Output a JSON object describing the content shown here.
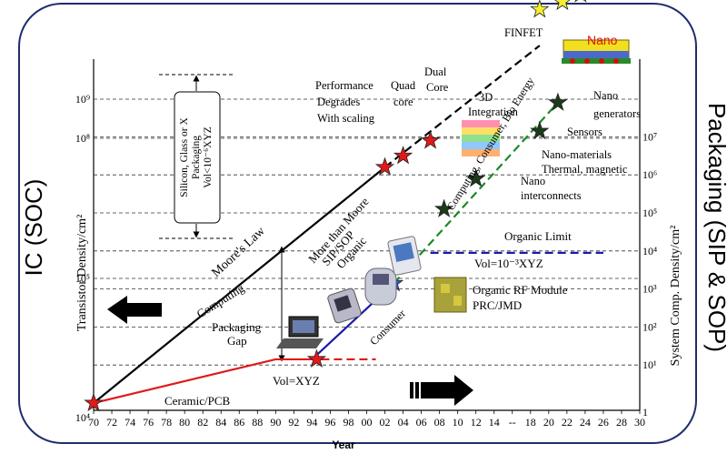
{
  "chart_data": {
    "type": "line",
    "title": "",
    "side_titles": {
      "left": "IC (SOC)",
      "right": "Packaging (SIP & SOP)"
    },
    "xlabel": "Year",
    "ylabel_left": "Transistor Density/cm²",
    "ylabel_right": "System Comp. Density/cm²",
    "x_ticks": [
      "70",
      "72",
      "74",
      "76",
      "78",
      "80",
      "82",
      "84",
      "86",
      "88",
      "90",
      "92",
      "94",
      "96",
      "98",
      "00",
      "02",
      "04",
      "06",
      "08",
      "10",
      "12",
      "14",
      "--",
      "18",
      "20",
      "22",
      "24",
      "26",
      "28",
      "30"
    ],
    "y_left_ticks": [
      {
        "label": "10⁴",
        "exp": 4
      },
      {
        "label": "10⁵",
        "exp": 5
      },
      {
        "label": "10⁸",
        "exp": 8
      },
      {
        "label": "10⁹",
        "exp": 9
      }
    ],
    "y_right_ticks": [
      {
        "label": "1",
        "exp": 0
      },
      {
        "label": "10¹",
        "exp": 1
      },
      {
        "label": "10²",
        "exp": 2
      },
      {
        "label": "10³",
        "exp": 3
      },
      {
        "label": "10⁴",
        "exp": 4
      },
      {
        "label": "10⁵",
        "exp": 5
      },
      {
        "label": "10⁶",
        "exp": 6
      },
      {
        "label": "10⁷",
        "exp": 7
      }
    ],
    "series": [
      {
        "name": "Moore's Law",
        "color": "#000000",
        "style": "solid",
        "points": [
          [
            1970,
            0.0
          ],
          [
            2002,
            6.2
          ]
        ]
      },
      {
        "name": "",
        "color": "#000000",
        "style": "dashed",
        "points": [
          [
            2002,
            6.2
          ],
          [
            2019,
            9.4
          ]
        ]
      },
      {
        "name": "Ceramic/PCB",
        "color": "#e01a1a",
        "style": "solid",
        "points": [
          [
            1970,
            0.0
          ],
          [
            1990,
            1.15
          ],
          [
            1995,
            1.15
          ]
        ]
      },
      {
        "name": "",
        "color": "#e01a1a",
        "style": "dashed",
        "points": [
          [
            1995,
            1.15
          ],
          [
            2001,
            1.15
          ]
        ]
      },
      {
        "name": "Consumer",
        "color": "#1a1aa8",
        "style": "solid",
        "points": [
          [
            1994,
            1.15
          ],
          [
            2003,
            3.15
          ]
        ]
      },
      {
        "name": "",
        "color": "#1a8a2a",
        "style": "dashed",
        "points": [
          [
            2003,
            3.15
          ],
          [
            2021,
            7.9
          ]
        ]
      },
      {
        "name": "Organic Limit",
        "color": "#1a1aa8",
        "style": "dashed",
        "points": [
          [
            2007,
            3.95
          ],
          [
            2026,
            3.95
          ]
        ]
      }
    ],
    "markers": [
      {
        "color": "#e01a1a",
        "x": 1970,
        "y": 0.0
      },
      {
        "color": "#e01a1a",
        "x": 1994.5,
        "y": 1.15
      },
      {
        "color": "#e01a1a",
        "x": 2002,
        "y": 6.2
      },
      {
        "color": "#e01a1a",
        "x": 2004,
        "y": 6.5
      },
      {
        "color": "#e01a1a",
        "x": 2007,
        "y": 6.9
      },
      {
        "color": "#3355dd",
        "x": 2003,
        "y": 3.15
      },
      {
        "color": "#1a3a1a",
        "x": 2008.5,
        "y": 5.1
      },
      {
        "color": "#1a3a1a",
        "x": 2012,
        "y": 5.9
      },
      {
        "color": "#1a3a1a",
        "x": 2019,
        "y": 7.15
      },
      {
        "color": "#1a3a1a",
        "x": 2021,
        "y": 7.9
      },
      {
        "color": "#f4ef30",
        "x": 2019,
        "y": 10.35
      },
      {
        "color": "#f4ef30",
        "x": 2021.5,
        "y": 10.55
      },
      {
        "color": "#f4ef30",
        "x": 2023.5,
        "y": 10.75
      }
    ],
    "annotations": {
      "moores_law": "Moore's Law",
      "computing": "Computing",
      "packaging_gap_line1": "Packaging",
      "packaging_gap_line2": "Gap",
      "ceramic_pcb": "Ceramic/PCB",
      "vol_xyz": "Vol=XYZ",
      "more_than_moore_line1": "More than Moore",
      "more_than_moore_line2": "SIP/SOP",
      "more_than_moore_line3": "Organic",
      "consumer": "Consumer",
      "organic_limit": "Organic Limit",
      "vol_1e3": "Vol=10⁻³XYZ",
      "organic_rf_line1": "Organic RF Module",
      "organic_rf_line2": "PRC/JMD",
      "computing_consumer_bio": "Computing, Consumer, Bio Energy",
      "nano_interconnects_line1": "Nano",
      "nano_interconnects_line2": "interconnects",
      "nano_materials_line1": "Nano-materials",
      "nano_materials_line2": "Thermal, magnetic",
      "sensors": "Sensors",
      "nano_generators_line1": "Nano",
      "nano_generators_line2": "generators",
      "integration_3d_line1": "3D",
      "integration_3d_line2": "Integration",
      "perf_line1": "Performance",
      "perf_line2": "Degrades",
      "perf_line3": "With scaling",
      "quad_core_line1": "Quad",
      "quad_core_line2": "core",
      "dual_core_line1": "Dual",
      "dual_core_line2": "Core",
      "finfet": "FINFET",
      "nano_chip": "Nano",
      "silicon_box_line1": "Silicon, Glass or X",
      "silicon_box_line2": "Packaging",
      "silicon_box_line3": "Vol<10⁻⁶XYZ"
    }
  }
}
